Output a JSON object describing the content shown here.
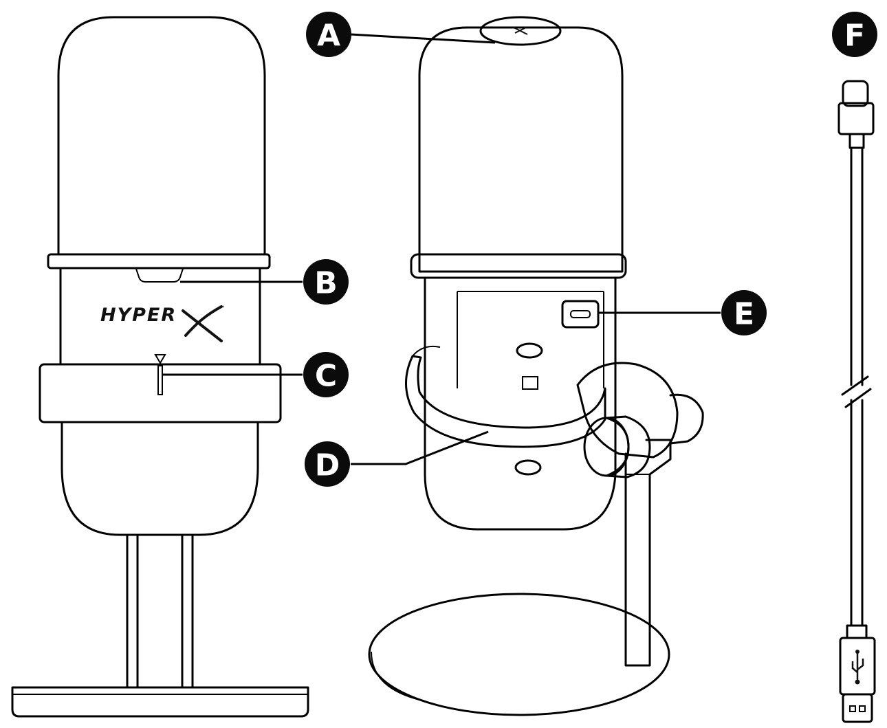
{
  "brand": {
    "logo_text": "HYPER",
    "logo_mark": "X",
    "trademark": "™"
  },
  "callouts": [
    {
      "id": "A",
      "label": "A"
    },
    {
      "id": "B",
      "label": "B"
    },
    {
      "id": "C",
      "label": "C"
    },
    {
      "id": "D",
      "label": "D"
    },
    {
      "id": "E",
      "label": "E"
    },
    {
      "id": "F",
      "label": "F"
    }
  ],
  "icons": {
    "usb": "usb-icon",
    "mute_touch": "mute-touch-icon"
  },
  "colors": {
    "ink": "#000000",
    "callout_fill": "#0b0b0b",
    "background": "#ffffff"
  }
}
